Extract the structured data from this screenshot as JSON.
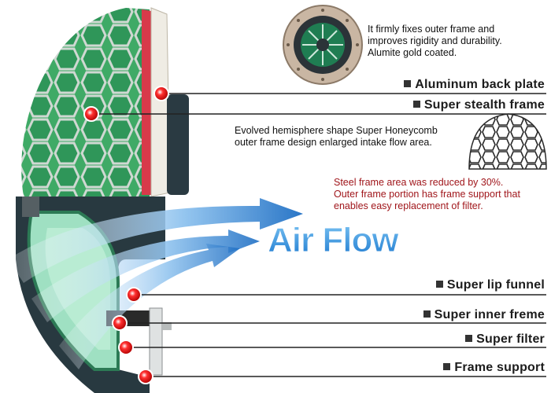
{
  "descriptions": {
    "back_plate": [
      "It firmly fixes outer frame and",
      "improves rigidity and durability.",
      "Alumite gold coated."
    ],
    "honeycomb": [
      "Evolved hemisphere shape Super Honeycomb",
      "outer frame design enlarged intake flow area."
    ],
    "steel_frame": [
      "Steel frame area was reduced by 30%.",
      "Outer frame portion has frame support that",
      "enables easy replacement of filter."
    ]
  },
  "airflow_label": "Air Flow",
  "callouts": [
    {
      "label": "Aluminum back plate"
    },
    {
      "label": "Super stealth frame"
    },
    {
      "label": "Super lip funnel"
    },
    {
      "label": "Super inner freme"
    },
    {
      "label": "Super filter"
    },
    {
      "label": "Frame support"
    }
  ],
  "colors": {
    "filter_green": "#2f9e5b",
    "frame_dark": "#2c3e46",
    "accent_red": "#e02020",
    "airflow_blue": "#2a7fd0",
    "steel_text": "#a0161b"
  }
}
